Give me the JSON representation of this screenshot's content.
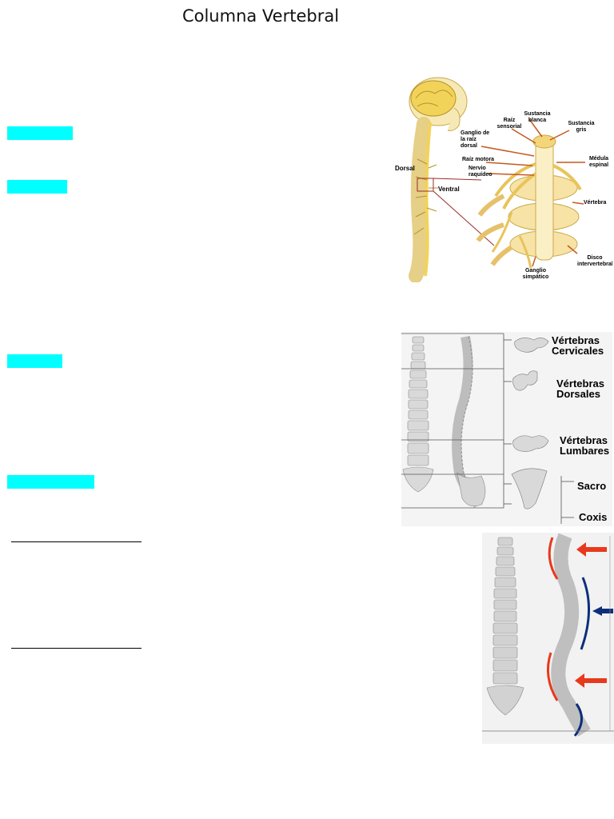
{
  "document": {
    "title": "Columna Vertebral"
  },
  "figure_spinal_cord": {
    "labels": {
      "dorsal": "Dorsal",
      "ventral": "Ventral",
      "sustancia_blanca": "Sustancia blanca",
      "raiz_sensorial": "Raíz sensorial",
      "sustancia_gris": "Sustancia gris",
      "ganglio_raiz_dorsal": "Ganglio de la raíz dorsal",
      "raiz_motora": "Raíz motora",
      "nervio_raquideo": "Nervio raquídeo",
      "medula_espinal": "Médula espinal",
      "vertebra": "Vértebra",
      "disco_intervertebral": "Disco intervertebral",
      "ganglio_simpatico": "Ganglio simpático"
    },
    "colors": {
      "nerve": "#f2d35a",
      "arrow": "#c45a1e",
      "label": "#222222"
    }
  },
  "figure_vertebrae": {
    "labels": {
      "cervicales_1": "Vértebras",
      "cervicales_2": "Cervicales",
      "dorsales_1": "Vértebras",
      "dorsales_2": "Dorsales",
      "lumbares_1": "Vértebras",
      "lumbares_2": "Lumbares",
      "sacro": "Sacro",
      "coxis": "Coxis"
    }
  },
  "figure_curvature": {
    "colors": {
      "red": "#e8391c",
      "blue": "#0d2f7a",
      "bone": "#cfcfcf"
    }
  },
  "highlight_color": "#00ffff"
}
